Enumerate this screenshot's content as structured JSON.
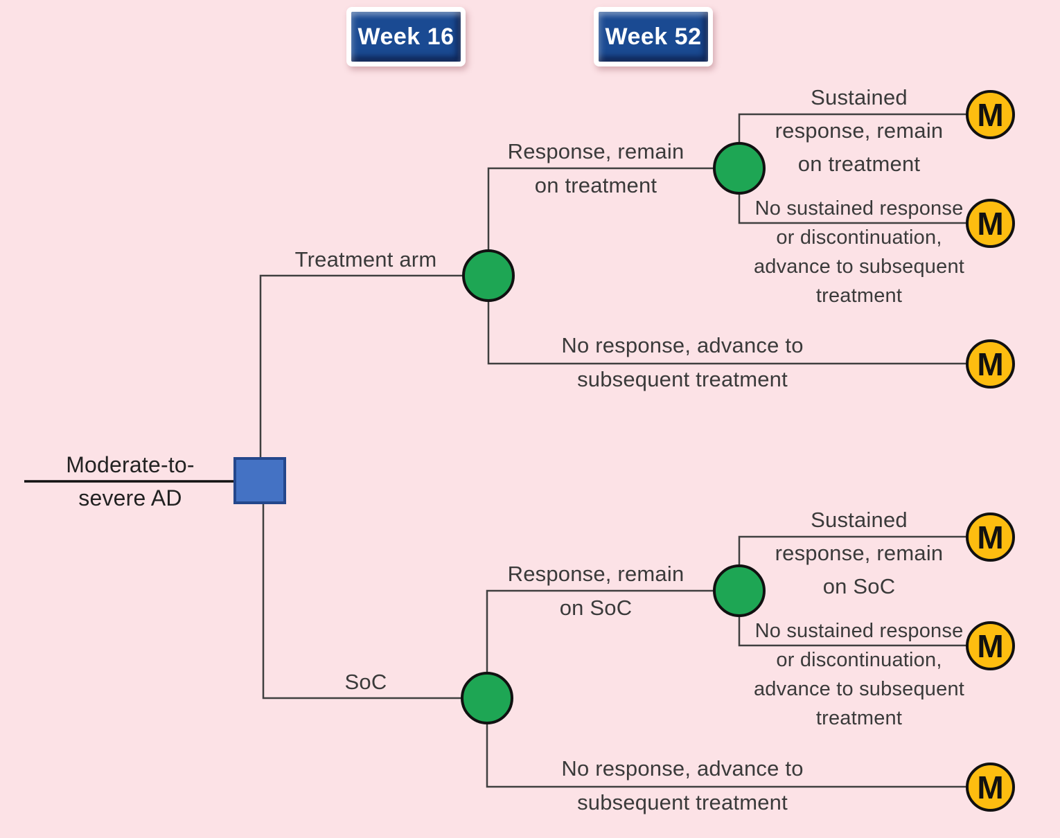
{
  "header": {
    "week16": "Week 16",
    "week52": "Week 52"
  },
  "tree": {
    "root": {
      "node_type": "decision",
      "label_lines": [
        "Moderate-to-",
        "severe AD"
      ]
    },
    "arms": [
      {
        "label": "Treatment arm",
        "node_type": "chance",
        "branches": [
          {
            "label_lines": [
              "Response, remain",
              "on treatment"
            ],
            "node_type": "chance",
            "children": [
              {
                "label_lines": [
                  "Sustained",
                  "response, remain",
                  "on treatment"
                ],
                "terminal": "markov"
              },
              {
                "label_lines": [
                  "No sustained response",
                  "or discontinuation,",
                  "advance to subsequent",
                  "treatment"
                ],
                "terminal": "markov"
              }
            ]
          },
          {
            "label_lines": [
              "No response, advance to",
              "subsequent treatment"
            ],
            "terminal": "markov"
          }
        ]
      },
      {
        "label": "SoC",
        "node_type": "chance",
        "branches": [
          {
            "label_lines": [
              "Response, remain",
              "on SoC"
            ],
            "node_type": "chance",
            "children": [
              {
                "label_lines": [
                  "Sustained",
                  "response, remain",
                  "on SoC"
                ],
                "terminal": "markov"
              },
              {
                "label_lines": [
                  "No sustained response",
                  "or discontinuation,",
                  "advance to subsequent",
                  "treatment"
                ],
                "terminal": "markov"
              }
            ]
          },
          {
            "label_lines": [
              "No response, advance to",
              "subsequent treatment"
            ],
            "terminal": "markov"
          }
        ]
      }
    ]
  },
  "markov_symbol": "M",
  "colors": {
    "background": "#fce2e6",
    "line": "#3f3f3f",
    "line_strong": "#111111",
    "text": "#3a3a3a",
    "decision_fill": "#4472c4",
    "decision_border": "#24478c",
    "chance_fill": "#1ea654",
    "markov_fill": "#fdbd10",
    "markov_text": "#111111",
    "node_outline": "#111111",
    "week_fill": "#1a4a92",
    "week_text": "#ffffff"
  }
}
